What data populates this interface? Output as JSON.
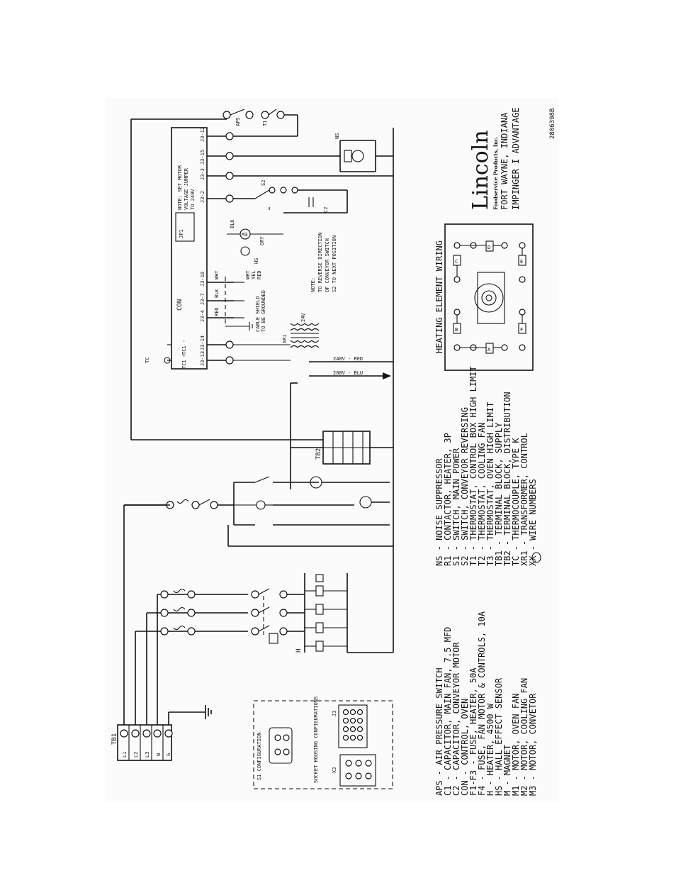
{
  "drawing_number": "2806398B",
  "brand": {
    "logo_text": "Lincoln",
    "logo_sub": "Foodservice Products, Inc.",
    "location": "FORT WAYNE, INDIANA",
    "model": "IMPINGER I ADVANTAGE"
  },
  "legend_left": [
    "APS - AIR PRESSURE SWITCH",
    "C1 - CAPACITOR, MAIN FAN, 7.5 MFD",
    "C2 - CAPACITOR, CONVEYOR MOTOR",
    "CON - CONTROL, OVEN",
    "F1-F3 - FUSE, HEATER, 50A",
    "F4 - FUSE, FAN MOTOR & CONTROLS, 10A",
    "H - HEATER, 4500 W",
    "HS - HALL EFFECT SENSOR",
    "M - MAGNET",
    "M1 - MOTOR, OVEN FAN",
    "M2 - MOTOR, COOLING FAN",
    "M3 - MOTOR, CONVETOR"
  ],
  "legend_right": [
    "NS - NOISE SUPPRESSOR",
    "R1 - CONTACTOR, HEATER, 3P",
    "S1 - SWITCH, MAIN POWER",
    "S2 - SWITCH, CONVEYOR REVERSING",
    "T1 - THERMOSTAT, CONTROL BOX HIGH LIMIT",
    "T2 - THERMOSTAT, COOLING FAN",
    "T3 - THERMOSTAT, OVEN HIGH LIMIT",
    "TB1 - TERMINAL BLOCK, SUPPLY",
    "TB2 - TERMINAL BLOCK, DISTRIBUTION",
    "TC - THERMOCOUPLE, TYPE K",
    "XR1 - TRANSFORMER, CONTROL",
    "XX - WIRE NUMBERS"
  ],
  "heating_title": "HEATING ELEMENT WIRING",
  "heating_elements": [
    "A",
    "B",
    "C",
    "D",
    "E",
    "F"
  ],
  "notes": {
    "motor_note": [
      "NOTE: SET MOTOR",
      "VOLTAGE JUMPER",
      "TO 240V"
    ],
    "reverse_note": [
      "NOTE:",
      "TO REVERSE DIRECTION",
      "OF CONVEYOR SWITCH",
      "S2 TO NEXT POSITION"
    ],
    "shield_note": [
      "CABLE SHIELD",
      "TO BE GROUNDED"
    ]
  },
  "labels": {
    "tb1": "TB1",
    "tb2": "TB2",
    "con": "CON",
    "tc": "TC",
    "xr1": "XR1",
    "ns": "NS",
    "hs": "HS",
    "s1_config": "S1 CONFIGURATION",
    "socket": "SOCKET HOUSING CONFIGURATIONS",
    "j3": "J3",
    "x3": "X3",
    "v240": "240V - RED",
    "v208": "208V - BLU",
    "v24": "24V"
  },
  "tb1_terminals": [
    "L1",
    "L2",
    "L3",
    "N",
    "G"
  ],
  "j3_pins": [
    "J3-12",
    "J3-15",
    "J3-3",
    "J3-2",
    "J3-10",
    "J3-7",
    "J3-4",
    "J3-14",
    "J3-13"
  ],
  "tc_pins": [
    "TC1 -",
    "TC1 +"
  ]
}
